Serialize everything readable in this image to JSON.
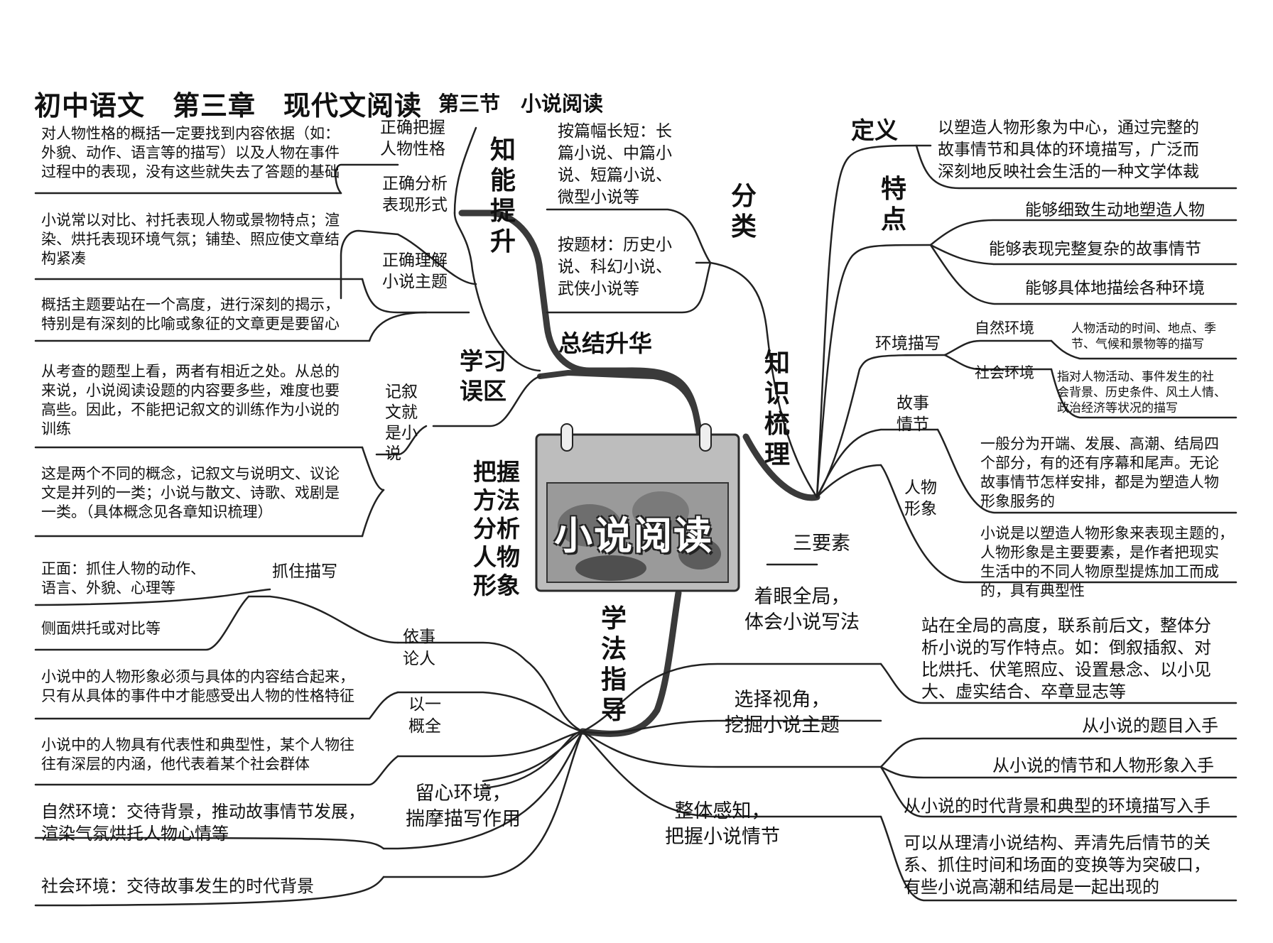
{
  "title": {
    "main": "初中语文　第三章　现代文阅读",
    "sub": "第三节　小说阅读"
  },
  "center": {
    "label": "小说阅读"
  },
  "branches": {
    "zongjie": "总结升华",
    "zhishi": "知\n识\n梳\n理",
    "xuefa": "学\n法\n指\n导",
    "zhineng": "知\n能\n提\n升",
    "xuexi": "学习\n误区",
    "bawo": "把握\n方法\n分析\n人物\n形象"
  },
  "zhineng_items": [
    {
      "label": "正确把握\n人物性格",
      "note": "对人物性格的概括一定要找到内容依据（如：\n外貌、动作、语言等的描写）以及人物在事件\n过程中的表现，没有这些就失去了答题的基础"
    },
    {
      "label": "正确分析\n表现形式",
      "note": "小说常以对比、衬托表现人物或景物特点；渲\n染、烘托表现环境气氛；铺垫、照应使文章结\n构紧凑"
    },
    {
      "label": "正确理解\n小说主题",
      "note": "概括主题要站在一个高度，进行深刻的揭示，\n特别是有深刻的比喻或象征的文章更是要留心"
    }
  ],
  "xuexi_item": {
    "label": "记叙\n文就\n是小\n说",
    "notes": [
      "从考查的题型上看，两者有相近之处。从总的\n来说，小说阅读设题的内容要多些，难度也要\n高些。因此，不能把记叙文的训练作为小说的\n训练",
      "这是两个不同的概念，记叙文与说明文、议论\n文是并列的一类；小说与散文、诗歌、戏剧是\n一类。（具体概念见各章知识梳理）"
    ]
  },
  "fenlei": {
    "label": "分\n类",
    "items": [
      "按篇幅长短：长\n篇小说、中篇小\n说、短篇小说、\n微型小说等",
      "按题材：历史小\n说、科幻小说、\n武侠小说等"
    ]
  },
  "dingyi": {
    "label": "定义",
    "text": "以塑造人物形象为中心，通过完整的\n故事情节和具体的环境描写，广泛而\n深刻地反映社会生活的一种文学体裁"
  },
  "tedian": {
    "label": "特\n点",
    "items": [
      "能够细致生动地塑造人物",
      "能够表现完整复杂的故事情节",
      "能够具体地描绘各种环境"
    ]
  },
  "sanyaosu": {
    "label": "三要素",
    "huanjing": {
      "label": "环境描写",
      "ziran": "自然环境",
      "ziran_note": "人物活动的时间、地点、季\n节、气候和景物等的描写",
      "shehui": "社会环境",
      "shehui_note": "指对人物活动、事件发生的社\n会背景、历史条件、风土人情、\n政治经济等状况的描写"
    },
    "gushi": {
      "label": "故事\n情节",
      "note": "一般分为开端、发展、高潮、结局四\n个部分，有的还有序幕和尾声。无论\n故事情节怎样安排，都是为塑造人物\n形象服务的"
    },
    "renwu": {
      "label": "人物\n形象",
      "note": "小说是以塑造人物形象来表现主题的，\n人物形象是主要要素，是作者把现实\n生活中的不同人物原型提炼加工而成\n的，具有典型性"
    }
  },
  "xuefa_items": {
    "zhuoyan": {
      "label": "着眼全局，\n体会小说写法",
      "note": "站在全局的高度，联系前后文，整体分\n析小说的写作特点。如：倒叙插叙、对\n比烘托、伏笔照应、设置悬念、以小见\n大、虚实结合、卒章显志等"
    },
    "xuanze": {
      "label": "选择视角，\n挖掘小说主题",
      "items": [
        "从小说的题目入手",
        "从小说的情节和人物形象入手",
        "从小说的时代背景和典型的环境描写入手"
      ]
    },
    "zhengti": {
      "label": "整体感知，\n把握小说情节",
      "note": "可以从理清小说结构、弄清先后情节的关\n系、抓住时间和场面的变换等为突破口，\n有些小说高潮和结局是一起出现的"
    },
    "liuxin": {
      "label": "留心环境，\n揣摩描写作用",
      "notes": [
        "自然环境：交待背景，推动故事情节发展，\n渲染气氛烘托人物心情等",
        "社会环境：交待故事发生的时代背景"
      ]
    },
    "zhuazhu": {
      "label": "抓住描写",
      "notes": [
        "正面：抓住人物的动作、\n语言、外貌、心理等",
        "侧面烘托或对比等"
      ]
    },
    "yishi": {
      "label": "依事\n论人",
      "note": "小说中的人物形象必须与具体的内容结合起来，\n只有从具体的事件中才能感受出人物的性格特征"
    },
    "yiyi": {
      "label": "以一\n概全",
      "note": "小说中的人物具有代表性和典型性，某个人物往\n往有深层的内涵，他代表着某个社会群体"
    }
  }
}
